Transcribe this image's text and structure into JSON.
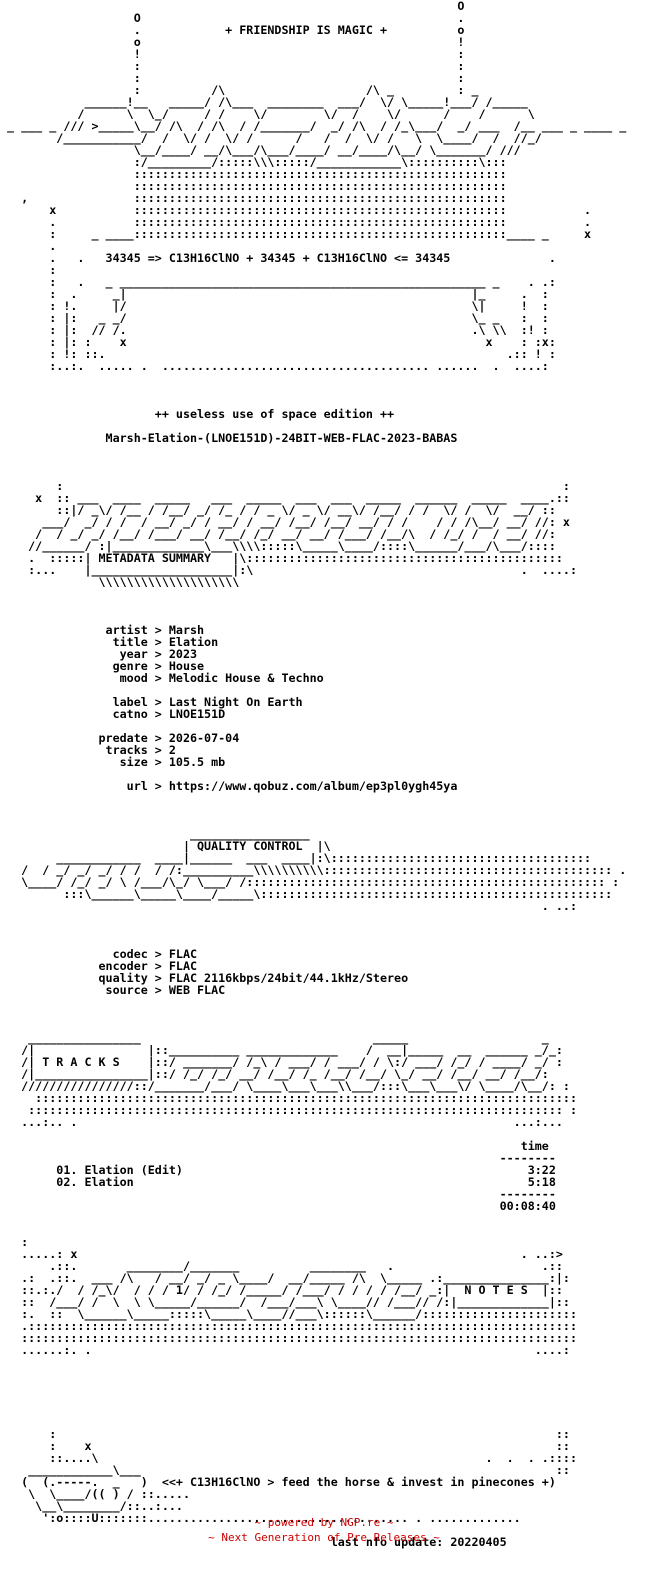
{
  "nfo_lines": [
    "                                                                 O",
    "                   O                                             .",
    "                   .            + FRIENDSHIP IS MAGIC +          o",
    "                   o                                             !",
    "                   !                                             :",
    "                   :                                             :",
    "                   :                                             :",
    "                   :          /\\                    /\\ _         : _",
    "            ______!__   _____/ /\\___  ________  ___/  \\/ \\_____!___/ /_____",
    "           /      \\  \\_/     / /    \\/        \\/  /    \\/      /    /      \\",
    " _ ___ _ /// >_____\\__/ /\\  / /\\  / /_______/  _/ /\\  / /_\\___/  _/ ___  /__ ___ _ ____ _",
    "        /___________/  /  \\/ /  \\/ /      /   /  /  \\/ /   \\  \\____/  /  //_/",
    "                   \\__/____/ __/\\___/\\___/____/ __/____/\\__/ \\_______/ ///",
    "                   :/_________/:::::\\\\\\:::::/____________\\::::::::::\\:::",
    "                   :::::::::::::::::::::::::::::::::::::::::::::::::::::",
    "                   :::::::::::::::::::::::::::::::::::::::::::::::::::::",
    "   ,               :::::::::::::::::::::::::::::::::::::::::::::::::::::",
    "       x           :::::::::::::::::::::::::::::::::::::::::::::::::::::           .",
    "       .           :::::::::::::::::::::::::::::::::::::::::::::::::::::           .",
    "       :     _ ____:::::::::::::::::::::::::::::::::::::::::::::::::::::____ _     x",
    "       .",
    "       .   .   34345 => C13H16ClNO + 34345 + C13H16ClNO <= 34345              .",
    "       :",
    "       :   .   _ ____________________________________________________ _    . .:",
    "       :  .     _|                                                 |_     .  :",
    "       : !.     |/                                                 \\|     !  :",
    "       : |:   _ _/                                                 \\_ _   :  :",
    "       : |:  // /.                                                 .\\ \\\\  :! :",
    "       : |: :    x                                                   x    : :x:",
    "       : !: ::.                                                         .:: ! :",
    "       :..:.  ..... .  ...................................... ......  .  ....:",
    "",
    "",
    "",
    "                      ++ useless use of space edition ++",
    "",
    "               Marsh-Elation-(LNOE151D)-24BIT-WEB-FLAC-2023-BABAS",
    "",
    "",
    "",
    "        :                                                                       :",
    "     x  :: ___  ____  _____   ___  _____  ___  ___  _____  ______  _____  ____.::",
    "        ::|/ _\\/ /__ / /__/ _/ /_ / / _ \\/ _ \\/ __\\/ /__/ / /  \\/ /  \\/  __/ ::",
    "      ___/  _/ / /  / __/ _/ / __/ / __/ /__/ /__/ __/ / /    / / /\\__/ __/ //: x",
    "     /  / _/ _/ /__/ /___/ __/ /__/ /_/ __/ __/ /___/ /__/\\  / /_/ /  / __/ //:",
    "    //______/ :|_____________\\___\\\\\\\\:::::\\_____\\____/::::\\______/___/\\___/::::",
    "    .  :::::| METADATA SUMMARY   |\\:::::::::::::::::::::::::::::::::::::::::::::",
    "    :...    |____________________|:\\                                      .  ....:",
    "              \\\\\\\\\\\\\\\\\\\\\\\\\\\\\\\\\\\\\\\\",
    "",
    "",
    "",
    "               artist > Marsh",
    "                title > Elation",
    "                 year > 2023",
    "                genre > House",
    "                 mood > Melodic House & Techno",
    "",
    "                label > Last Night On Earth",
    "                catno > LNOE151D",
    "",
    "              predate > 2026-07-04",
    "               tracks > 2",
    "                 size > 105.5 mb",
    "",
    "                  url > https://www.qobuz.com/album/ep3pl0ygh45ya",
    "",
    "",
    "",
    "                           _________________",
    "                          | QUALITY CONTROL  |\\",
    "        ____________  ____|______  ___  ____|:\\:::::::::::::::::::::::::::::::::::::",
    "   /  / _/ _/ _/ / /  / /:__________\\\\\\\\\\\\\\\\\\\\::::::::::::::::::::::::::::::::::::::::: .",
    "   \\____/ /_/ _/ \\ /___/\\_/ \\___/ /::::::::::::::::::::::::::::::::::::::::::::::::::: :",
    "         :::\\______\\_____\\____/_____\\::::::::::::::::::::::::::::::::::::::::::::::::::",
    "                                                                             . ..:",
    "",
    "",
    "",
    "                codec > FLAC",
    "              encoder > FLAC",
    "              quality > FLAC 2116kbps/24bit/44.1kHz/Stereo",
    "               source > WEB FLAC",
    "",
    "",
    "",
    "    ________________                                 _____                   _ ",
    "   /|                |::__________ _____________    /  __|_____  __  ______ _/_:",
    "   /| T R A C K S    |::/ _______/ /_\\ / ___/ / ___/ / \\:/ ___/ /_/ / ____/ _/ :",
    "   /|________________|::/ /_/ /_/ __/ /__/ /_ /__/ /__/ \\_/ __/ /__/ __/ /__/:",
    "   ////////////////::/_______/___/ \\____\\___\\___\\\\___/:::\\___\\___\\/ \\____/\\__/: :",
    "     :::::::::::::::::::::::::::::::::::::::::::::::::::::::::::::::::::::::::::::",
    "    :::::::::::::::::::::::::::::::::::::::::::::::::::::::::::::::::::::::::::: :",
    "   ...:.. .                                                              ...:...",
    "",
    "                                                                          time",
    "                                                                       --------",
    "        01. Elation (Edit)                                                 3:22",
    "        02. Elation                                                        5:18",
    "                                                                       --------",
    "                                                                       00:08:40",
    "",
    "",
    "   :",
    "   .....: x                                                               . ..:>",
    "       .::.       ________/_______          ________   .                     .::",
    "   .:  .::.  ___ /\\   / __/ _/ _ \\____/  __/_____ /\\  \\_____ .:_______________:|:",
    "   ::.:./  / /_\\/  / / / 1/ / /_/ /_____/ /___/ / / / / /__/ _:|  N O T E S  |::",
    "   ::  /___/ /  \\  \\ \\_____/______/  /___/___\\ \\____// /___// /:|_____________|::",
    "   :.  ::  \\______\\_____:::::\\_____\\____//___\\::::::\\______/::::::::::::::::::::::",
    "   .::::::::::::::::::::::::::::::::::::::::::::::::::::::::::::::::::::::::::::::",
    "   :::::::::::::::::::::::::::::::::::::::::::::::::::::::::::::::::::::::::::::::",
    "   ......:. .                                                               ....:",
    "",
    "",
    "",
    "",
    "",
    "",
    "       :                                                                       ::",
    "       :    x                                                                  ::",
    "       ::....\\                                                       .  .  . .::::",
    "    ____________\\___                                                           ::",
    "   (  (.-----.  _   )  <<+ C13H16ClNO > feed the horse & invest in pinecones +)",
    "    \\  \\____/(( ) / ::.....",
    "     \\__\\________/::..:...",
    "      ':o::::U:::::::..................................... . .............",
    "",
    "                                               last nfo update: 20220405"
  ],
  "footer": {
    "line1": "~ powered by NGP.re ~",
    "line2": "~ Next Generation of Pre Releases ~"
  }
}
